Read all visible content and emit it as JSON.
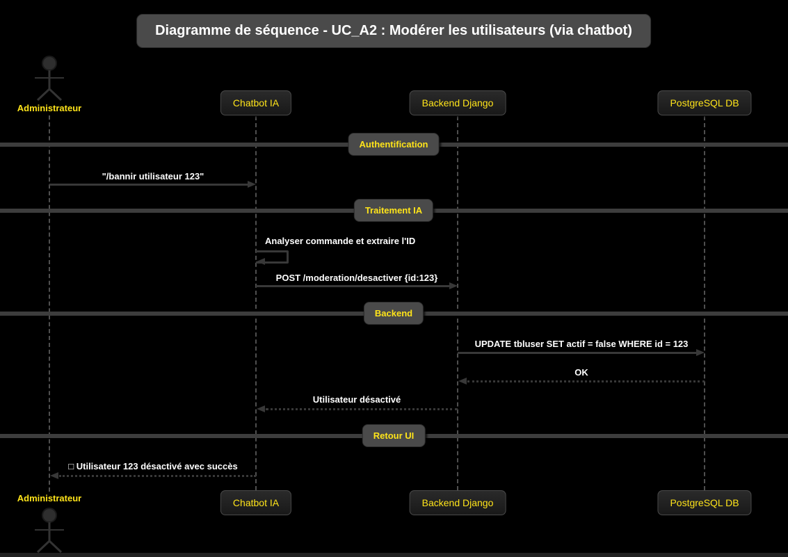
{
  "title": "Diagramme de séquence - UC_A2 : Modérer les utilisateurs (via chatbot)",
  "colors": {
    "background": "#000000",
    "accent_yellow": "#ffe41a",
    "message_text": "#ffffff",
    "box_fill": "#4a4a4a",
    "participant_fill": "#1f1f1f",
    "line_gray": "#383838"
  },
  "actor": {
    "label": "Administrateur"
  },
  "participants": [
    {
      "label": "Chatbot IA"
    },
    {
      "label": "Backend Django"
    },
    {
      "label": "PostgreSQL DB"
    }
  ],
  "dividers": [
    {
      "label": "Authentification"
    },
    {
      "label": "Traitement IA"
    },
    {
      "label": "Backend"
    },
    {
      "label": "Retour UI"
    }
  ],
  "messages": [
    {
      "label": "\"/bannir utilisateur 123\"",
      "from": "Administrateur",
      "to": "Chatbot IA",
      "style": "solid"
    },
    {
      "label": "Analyser commande et extraire l'ID",
      "from": "Chatbot IA",
      "to": "Chatbot IA",
      "style": "self"
    },
    {
      "label": "POST /moderation/desactiver {id:123}",
      "from": "Chatbot IA",
      "to": "Backend Django",
      "style": "solid"
    },
    {
      "label": "UPDATE tbluser SET actif = false WHERE id = 123",
      "from": "Backend Django",
      "to": "PostgreSQL DB",
      "style": "solid"
    },
    {
      "label": "OK",
      "from": "PostgreSQL DB",
      "to": "Backend Django",
      "style": "return"
    },
    {
      "label": "Utilisateur désactivé",
      "from": "Backend Django",
      "to": "Chatbot IA",
      "style": "return"
    },
    {
      "label": "□ Utilisateur 123 désactivé avec succès",
      "from": "Chatbot IA",
      "to": "Administrateur",
      "style": "return"
    }
  ]
}
